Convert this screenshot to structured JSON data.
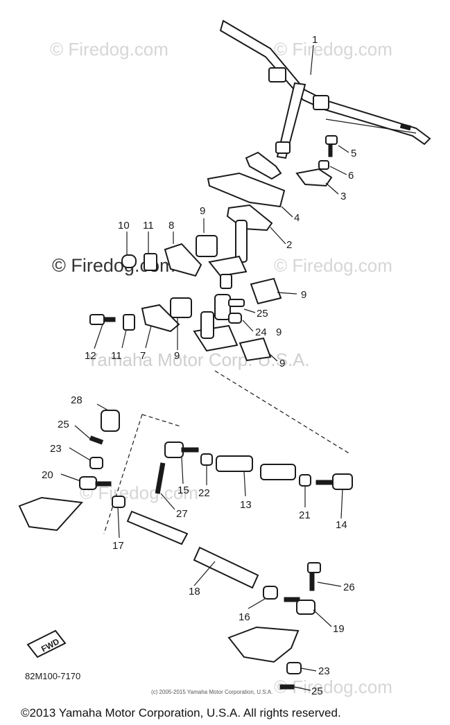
{
  "watermarks": {
    "firedog": "© Firedog.com",
    "yamaha": "Yamaha Motor Corp. U.S.A."
  },
  "callouts": [
    "1",
    "2",
    "3",
    "4",
    "5",
    "6",
    "7",
    "8",
    "9",
    "9",
    "9",
    "9",
    "9",
    "10",
    "11",
    "11",
    "12",
    "13",
    "14",
    "15",
    "16",
    "17",
    "18",
    "19",
    "20",
    "21",
    "22",
    "23",
    "23",
    "24",
    "25",
    "25",
    "25",
    "26",
    "27",
    "28"
  ],
  "fwd_label": "FWD",
  "drawing_code": "82M100-7170",
  "fine_print": "(c) 2005-2015 Yamaha Motor Corporation, U.S.A.",
  "copyright": "©2013 Yamaha Motor Corporation, U.S.A. All rights reserved."
}
